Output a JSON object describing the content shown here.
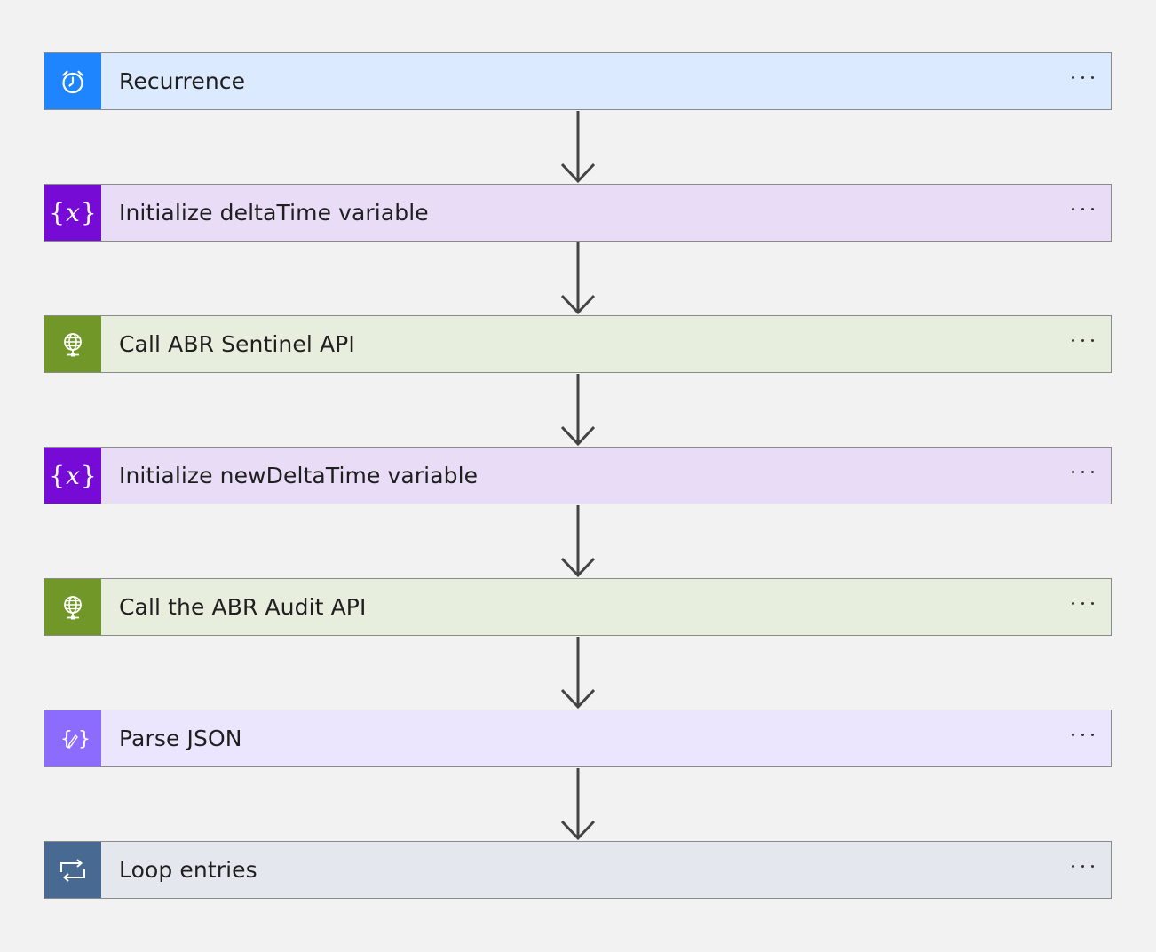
{
  "flow": {
    "steps": [
      {
        "label": "Recurrence",
        "icon": "alarm-clock-icon",
        "icon_bg": "#1f85ff",
        "card_bg": "#dbeafe"
      },
      {
        "label": "Initialize deltaTime variable",
        "icon": "variable-icon",
        "icon_bg": "#770bd6",
        "card_bg": "#e8dcf6"
      },
      {
        "label": "Call ABR Sentinel API",
        "icon": "globe-http-icon",
        "icon_bg": "#709727",
        "card_bg": "#e7eedd"
      },
      {
        "label": "Initialize newDeltaTime variable",
        "icon": "variable-icon",
        "icon_bg": "#770bd6",
        "card_bg": "#e8dcf6"
      },
      {
        "label": "Call the ABR Audit API",
        "icon": "globe-http-icon",
        "icon_bg": "#709727",
        "card_bg": "#e7eedd"
      },
      {
        "label": "Parse JSON",
        "icon": "parse-json-icon",
        "icon_bg": "#8c6cff",
        "card_bg": "#ebe6fd"
      },
      {
        "label": "Loop entries",
        "icon": "loop-icon",
        "icon_bg": "#486991",
        "card_bg": "#e4e8ee"
      }
    ],
    "more_menu_label": "···"
  }
}
